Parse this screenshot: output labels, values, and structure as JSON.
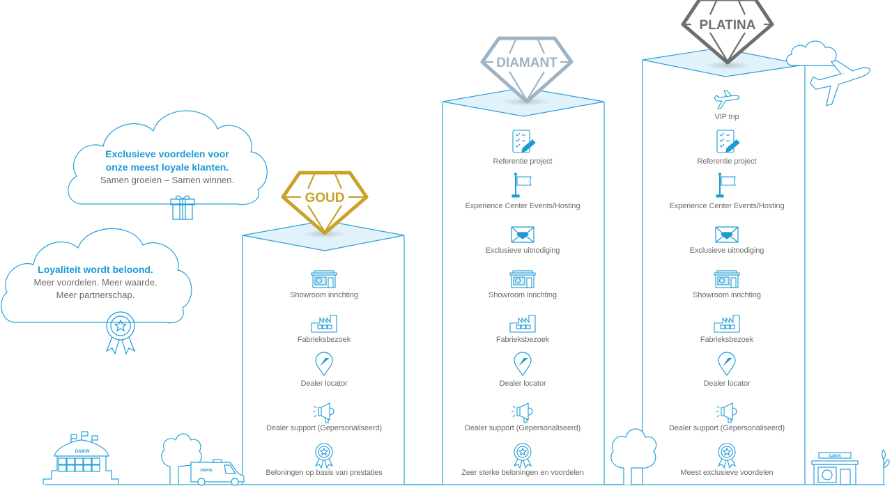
{
  "colors": {
    "line": "#29a0dc",
    "icon": "#1b9ad6",
    "top_fill": "#e2f2fa",
    "label": "#6b6b6b",
    "gold": "#c9a227",
    "diamond": "#9eb3c4",
    "platinum": "#6e6e6e"
  },
  "clouds": [
    {
      "bold_lines": [
        "Exclusieve voordelen voor",
        "onze meest loyale klanten."
      ],
      "normal_lines": [
        "Samen groeien – Samen winnen."
      ],
      "icon": "gift-icon"
    },
    {
      "bold_lines": [
        "Loyaliteit wordt beloond."
      ],
      "normal_lines": [
        "Meer voordelen. Meer waarde.",
        "Meer partnerschap."
      ],
      "icon": "award-ribbon-icon"
    }
  ],
  "tiers": [
    {
      "name": "GOUD",
      "benefits": [
        {
          "icon": "showroom-icon",
          "label": "Showroom inrichting"
        },
        {
          "icon": "factory-icon",
          "label": "Fabrieksbezoek"
        },
        {
          "icon": "location-pin-icon",
          "label": "Dealer locator"
        },
        {
          "icon": "megaphone-icon",
          "label": "Dealer support (Gepersonaliseerd)"
        },
        {
          "icon": "award-ribbon-icon",
          "label": "Beloningen op basis van prestaties"
        }
      ]
    },
    {
      "name": "DIAMANT",
      "benefits": [
        {
          "icon": "checklist-pen-icon",
          "label": "Referentie project"
        },
        {
          "icon": "flag-icon",
          "label": "Experience Center Events/Hosting"
        },
        {
          "icon": "envelope-icon",
          "label": "Exclusieve uitnodiging"
        },
        {
          "icon": "showroom-icon",
          "label": "Showroom inrichting"
        },
        {
          "icon": "factory-icon",
          "label": "Fabrieksbezoek"
        },
        {
          "icon": "location-pin-icon",
          "label": "Dealer locator"
        },
        {
          "icon": "megaphone-icon",
          "label": "Dealer support (Gepersonaliseerd)"
        },
        {
          "icon": "award-ribbon-icon",
          "label": "Zeer sterke beloningen en voordelen"
        }
      ]
    },
    {
      "name": "PLATINA",
      "benefits": [
        {
          "icon": "airplane-icon",
          "label": "VIP trip"
        },
        {
          "icon": "checklist-pen-icon",
          "label": "Referentie project"
        },
        {
          "icon": "flag-icon",
          "label": "Experience Center Events/Hosting"
        },
        {
          "icon": "envelope-icon",
          "label": "Exclusieve uitnodiging"
        },
        {
          "icon": "showroom-icon",
          "label": "Showroom inrichting"
        },
        {
          "icon": "factory-icon",
          "label": "Fabrieksbezoek"
        },
        {
          "icon": "location-pin-icon",
          "label": "Dealer locator"
        },
        {
          "icon": "megaphone-icon",
          "label": "Dealer support (Gepersonaliseerd)"
        },
        {
          "icon": "award-ribbon-icon",
          "label": "Meest exclusieve voordelen"
        }
      ]
    }
  ],
  "scenery": {
    "brand_text": "DAIKIN"
  }
}
